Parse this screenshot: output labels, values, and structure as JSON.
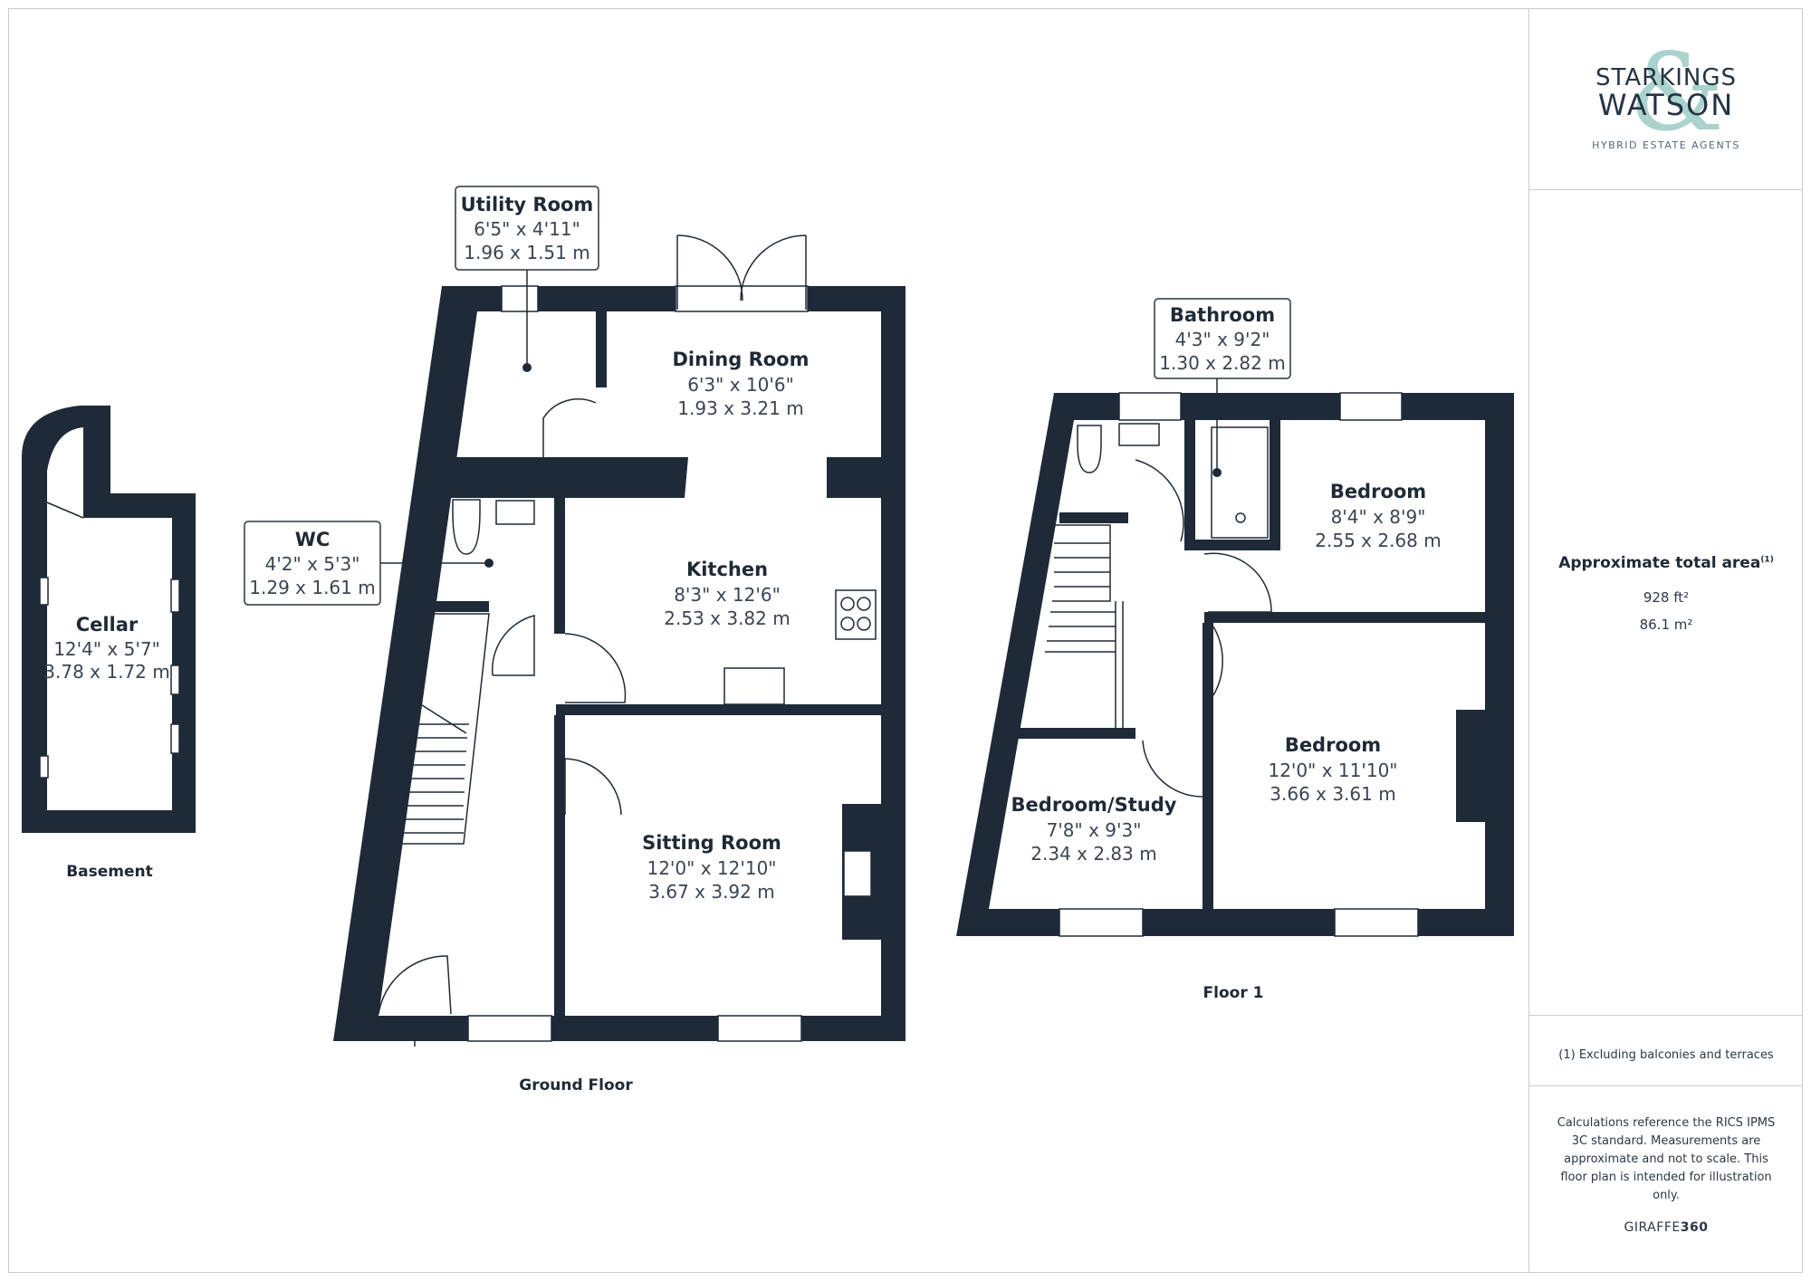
{
  "brand": {
    "line1": "STARKINGS",
    "line2": "WATSON",
    "ampersand": "&",
    "tagline": "HYBRID ESTATE AGENTS",
    "accent_color": "#a9d3cc",
    "ink_color": "#1e2a38"
  },
  "area": {
    "heading": "Approximate total area",
    "footnote_marker": "(1)",
    "sqft": "928 ft²",
    "sqm": "86.1 m²"
  },
  "footnote": "(1) Excluding balconies and terraces",
  "disclaimer": "Calculations reference the RICS IPMS 3C standard. Measurements are approximate and not to scale. This floor plan is intended for illustration only.",
  "credit": {
    "name": "GIRAFFE",
    "suffix": "360"
  },
  "floors": {
    "basement": "Basement",
    "ground": "Ground Floor",
    "first": "Floor 1"
  },
  "rooms": {
    "cellar": {
      "name": "Cellar",
      "imperial": "12'4\" x 5'7\"",
      "metric": "3.78 x 1.72 m"
    },
    "utility": {
      "name": "Utility Room",
      "imperial": "6'5\" x 4'11\"",
      "metric": "1.96 x 1.51 m"
    },
    "wc": {
      "name": "WC",
      "imperial": "4'2\" x 5'3\"",
      "metric": "1.29 x 1.61 m"
    },
    "dining": {
      "name": "Dining Room",
      "imperial": "6'3\" x 10'6\"",
      "metric": "1.93 x 3.21 m"
    },
    "kitchen": {
      "name": "Kitchen",
      "imperial": "8'3\" x 12'6\"",
      "metric": "2.53 x 3.82 m"
    },
    "sitting": {
      "name": "Sitting Room",
      "imperial": "12'0\" x 12'10\"",
      "metric": "3.67 x 3.92 m"
    },
    "bathroom": {
      "name": "Bathroom",
      "imperial": "4'3\" x 9'2\"",
      "metric": "1.30 x 2.82 m"
    },
    "bedroom1": {
      "name": "Bedroom",
      "imperial": "8'4\" x 8'9\"",
      "metric": "2.55 x 2.68 m"
    },
    "bedroom2": {
      "name": "Bedroom",
      "imperial": "12'0\" x 11'10\"",
      "metric": "3.66 x 3.61 m"
    },
    "study": {
      "name": "Bedroom/Study",
      "imperial": "7'8\" x 9'3\"",
      "metric": "2.34 x 2.83 m"
    }
  }
}
